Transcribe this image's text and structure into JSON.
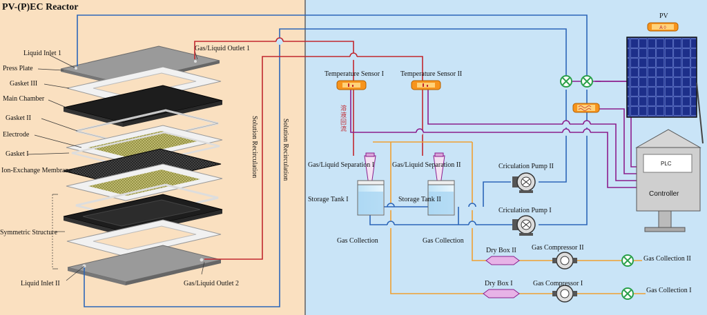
{
  "title": "PV-(P)EC Reactor",
  "colors": {
    "left_bg": "#fae0c0",
    "right_bg": "#c9e4f7",
    "blue_line": "#2b65b8",
    "red_line": "#c1272d",
    "purple_line": "#8b1c8c",
    "orange_line": "#f0a030",
    "valve_green": "#2aa04a",
    "sensor_orange": "#f7941d"
  },
  "stack_labels": {
    "liquid_inlet_1": "Liquid Inlet 1",
    "press_plate": "Press Plate",
    "gasket_3": "Gasket III",
    "main_chamber": "Main Chamber",
    "gasket_2": "Gasket II",
    "electrode": "Electrode",
    "gasket_1": "Gasket I",
    "membrane": "Ion-Exchange Membrane",
    "symmetric": "Symmetric Structure",
    "liquid_inlet_2": "Liquid Inlet II",
    "outlet_1": "Gas/Liquid Outlet 1",
    "outlet_2": "Gas/Liquid Outlet 2",
    "recirc_1": "Solution Recirculation",
    "recirc_2": "Solution Recirculation"
  },
  "system_labels": {
    "temp_sensor_1": "Temperature Sensor I",
    "temp_sensor_2": "Temperature Sensor II",
    "reflux_note": "溶液回流",
    "gls_1": "Gas/Liquid Separation I",
    "gls_2": "Gas/Liquid Separation II",
    "storage_1": "Storage Tank I",
    "storage_2": "Storage Tank II",
    "gas_collection_a": "Gas Collection",
    "gas_collection_b": "Gas Collection",
    "pump_2": "Criculation Pump II",
    "pump_1": "Criculation Pump I",
    "dry_box_2": "Dry Box II",
    "dry_box_1": "Dry Box I",
    "compressor_2": "Gas Compressor II",
    "compressor_1": "Gas Compressor I",
    "gas_collection_2": "Gas Collection II",
    "gas_collection_1": "Gas Collection I",
    "pv": "PV",
    "plc": "PLC",
    "controller": "Controller"
  }
}
